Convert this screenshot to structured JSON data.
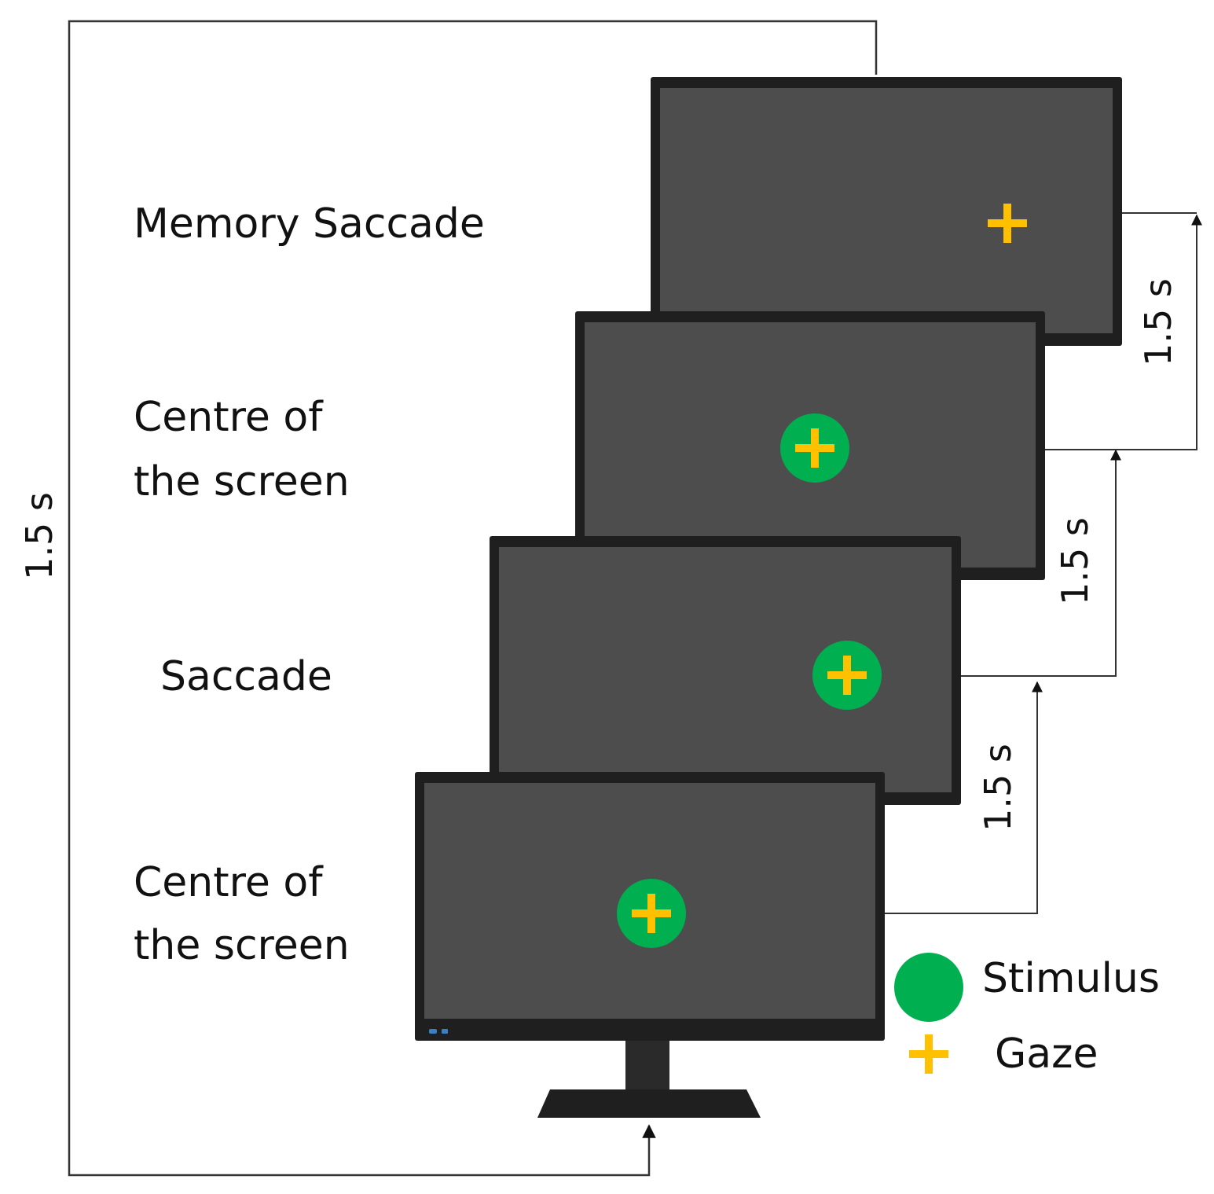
{
  "steps": [
    {
      "label": "Centre of the screen",
      "label_lines": [
        "Centre of",
        "the screen"
      ],
      "stimulus_shown": true,
      "gaze_shown": true
    },
    {
      "label": "Saccade",
      "label_lines": [
        "Saccade"
      ],
      "stimulus_shown": true,
      "gaze_shown": true
    },
    {
      "label": "Centre of the screen",
      "label_lines": [
        "Centre of",
        "the screen"
      ],
      "stimulus_shown": true,
      "gaze_shown": true
    },
    {
      "label": "Memory Saccade",
      "label_lines": [
        "Memory Saccade"
      ],
      "stimulus_shown": false,
      "gaze_shown": true
    }
  ],
  "durations": {
    "step1_to_2": "1.5 s",
    "step2_to_3": "1.5 s",
    "step3_to_4": "1.5 s",
    "loop_back": "1.5 s"
  },
  "legend": {
    "stimulus_label": "Stimulus",
    "gaze_label": "Gaze"
  },
  "colors": {
    "stimulus": "#00b050",
    "gaze": "#ffc000",
    "screen": "#4d4d4d",
    "bezel": "#1f1f1f",
    "line": "#333333"
  }
}
